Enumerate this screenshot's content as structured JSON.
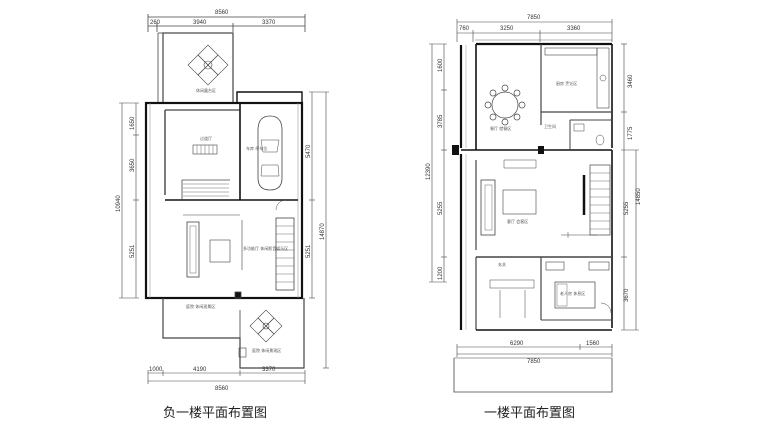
{
  "colors": {
    "line": "#444444",
    "wall": "#111111",
    "light": "#9a9a9a",
    "text": "#333333"
  },
  "left_plan": {
    "caption": "负一楼平面布置图",
    "dims_top": [
      "8560",
      "260",
      "3940",
      "3370"
    ],
    "dims_bottom": [
      "1000",
      "4190",
      "3370",
      "8560"
    ],
    "dims_left": [
      "1650",
      "3650",
      "10940",
      "5251"
    ],
    "dims_right": [
      "5470",
      "5251",
      "14870"
    ],
    "rooms": {
      "yard_top": "休闲露台区",
      "hall": "过道厅",
      "garage": "车库 停车位",
      "living": "多功能厅 休闲影音娱乐区",
      "yard_bottom_left": "庭院 休闲观景区",
      "yard_bottom_right": "庭院 休闲景观区"
    }
  },
  "right_plan": {
    "caption": "一楼平面布置图",
    "dims_top": [
      "7850",
      "760",
      "3250",
      "3360"
    ],
    "dims_bottom": [
      "6290",
      "1560",
      "7850"
    ],
    "dims_left": [
      "1600",
      "3785",
      "12390",
      "5255",
      "1200"
    ],
    "dims_right": [
      "3460",
      "1775",
      "5255",
      "14850",
      "3670"
    ],
    "rooms": {
      "dining": "餐厅 就餐区",
      "kitchen": "厨房 烹饪区",
      "toilet": "卫生间",
      "living": "客厅 会客区",
      "entry": "玄关",
      "bedroom": "老人房 休息区"
    }
  }
}
